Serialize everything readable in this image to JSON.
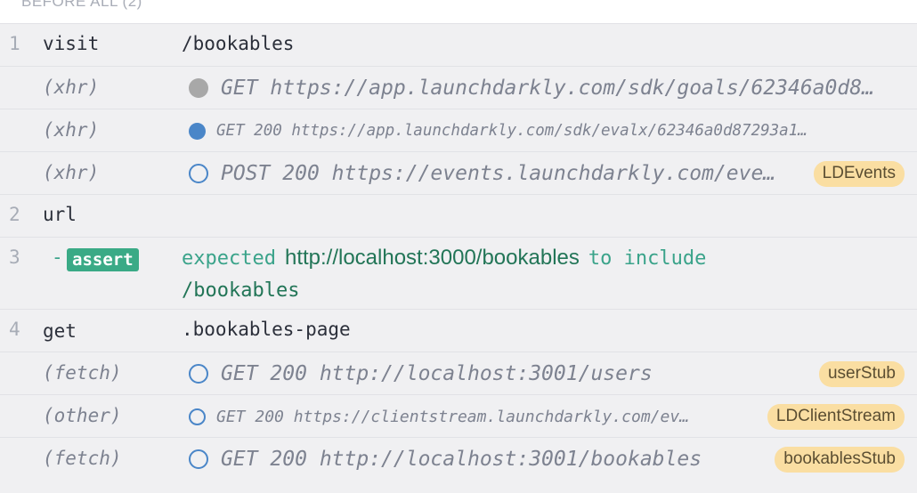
{
  "header": {
    "title": "BEFORE ALL (2)"
  },
  "commands": [
    {
      "num": "1",
      "name": "visit",
      "message": "/bookables"
    },
    {
      "num": "2",
      "name": "url",
      "message": ""
    },
    {
      "num": "3",
      "name": "-",
      "badge": "assert",
      "message_prefix": "expected",
      "message_value": "http://localhost:3000/bookables",
      "message_mid": "to include",
      "message_path": "/bookables"
    },
    {
      "num": "4",
      "name": "get",
      "message": ".bookables-page"
    }
  ],
  "requests": [
    {
      "type": "(xhr)",
      "status_icon": "grey-filled-circle-icon",
      "method": "GET",
      "status": "",
      "url": "https://app.launchdarkly.com/sdk/goals/62346a0d8…",
      "alias": ""
    },
    {
      "type": "(xhr)",
      "status_icon": "blue-filled-circle-icon",
      "method": "GET",
      "status": "200",
      "url": "https://app.launchdarkly.com/sdk/evalx/62346a0d87293a1…",
      "alias": ""
    },
    {
      "type": "(xhr)",
      "status_icon": "blue-ring-icon",
      "method": "POST",
      "status": "200",
      "url": "https://events.launchdarkly.com/eve…",
      "alias": "LDEvents"
    },
    {
      "type": "(fetch)",
      "status_icon": "blue-ring-icon",
      "method": "GET",
      "status": "200",
      "url": "http://localhost:3001/users",
      "alias": "userStub"
    },
    {
      "type": "(other)",
      "status_icon": "blue-ring-icon",
      "method": "GET",
      "status": "200",
      "url": "https://clientstream.launchdarkly.com/ev…",
      "alias": "LDClientStream"
    },
    {
      "type": "(fetch)",
      "status_icon": "blue-ring-icon",
      "method": "GET",
      "status": "200",
      "url": "http://localhost:3001/bookables",
      "alias": "bookablesStub"
    }
  ],
  "colors": {
    "row_bg": "#f0f0f2",
    "assert_green": "#3aaa86",
    "alias_badge": "#fadea2",
    "dot_grey": "#a8a8a8",
    "dot_blue": "#4a86c8"
  }
}
